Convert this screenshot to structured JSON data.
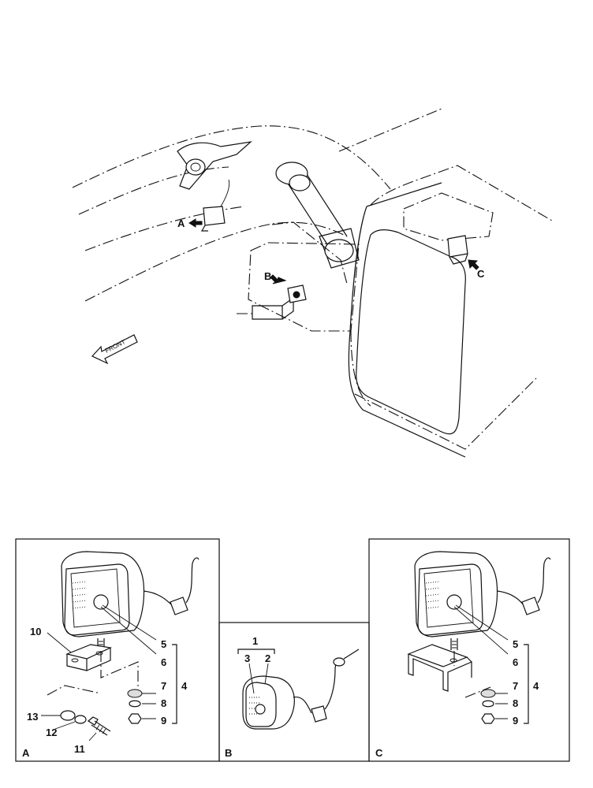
{
  "overview": {
    "front_label": "FRONT",
    "callouts": [
      "A",
      "B",
      "C"
    ]
  },
  "panel_a": {
    "label": "A",
    "part_numbers": [
      "5",
      "6",
      "4",
      "7",
      "8",
      "9",
      "10",
      "13",
      "12",
      "11"
    ]
  },
  "panel_b": {
    "label": "B",
    "part_numbers": [
      "1",
      "3",
      "2"
    ]
  },
  "panel_c": {
    "label": "C",
    "part_numbers": [
      "5",
      "6",
      "4",
      "7",
      "8",
      "9"
    ]
  },
  "colors": {
    "line": "#111111",
    "background": "#ffffff"
  }
}
